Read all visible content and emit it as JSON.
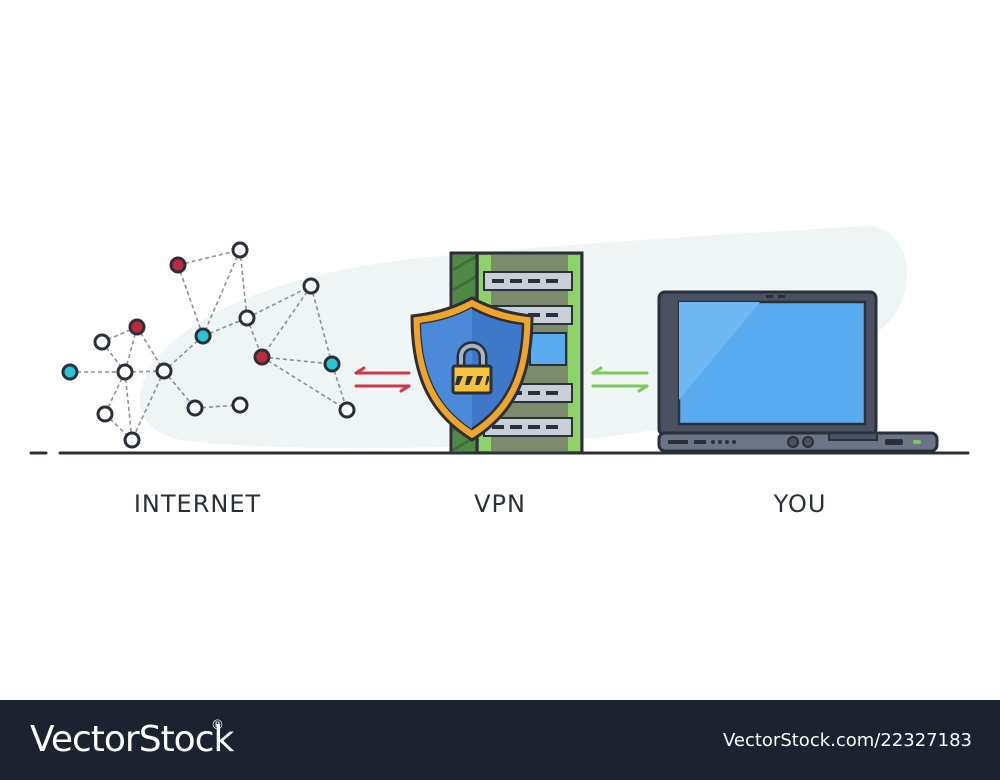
{
  "labels": {
    "internet": "INTERNET",
    "vpn": "VPN",
    "you": "YOU"
  },
  "footer": {
    "brand": "VectorStock",
    "registered": "®",
    "stock_id": "VectorStock.com/22327183"
  },
  "colors": {
    "outline": "#2b2f3a",
    "node_red": "#c0283c",
    "node_cyan": "#28c4d8",
    "shield_blue": "#3d78c9",
    "shield_rim": "#f0a42a",
    "server_green": "#6fa85b",
    "laptop_screen": "#5aaaef",
    "arrow_red": "#d0364a",
    "arrow_green": "#7bc95a",
    "footer_bg": "#1c2230"
  },
  "icons": [
    "network-graph-icon",
    "server-rack-icon",
    "shield-lock-icon",
    "laptop-icon",
    "arrows-icon"
  ]
}
